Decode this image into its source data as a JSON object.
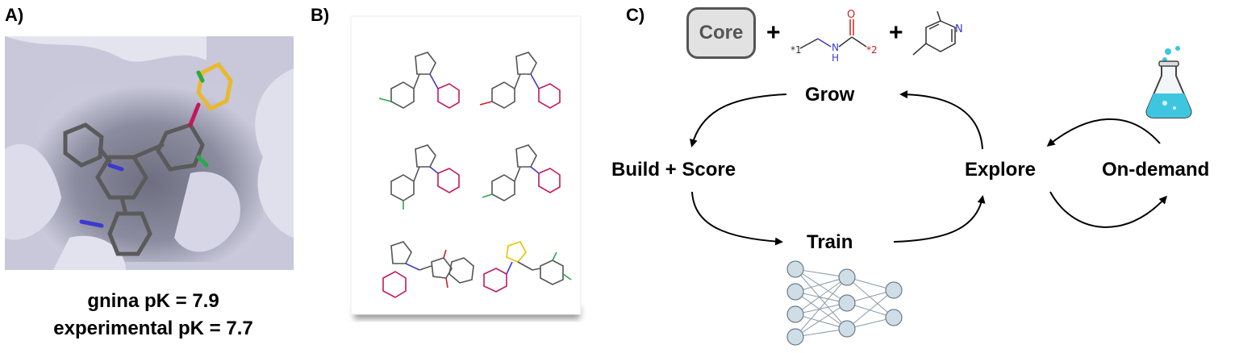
{
  "panel_a": {
    "label": "A)",
    "gnina_pk": "gnina pK = 7.9",
    "experimental_pk": "experimental pK = 7.7"
  },
  "panel_b": {
    "label": "B)"
  },
  "panel_c": {
    "label": "C)",
    "core_label": "Core",
    "plus_1": "+",
    "plus_2": "+",
    "fragment_labels": {
      "attach_1": "*1",
      "attach_2": "*2",
      "nitrogen": "N",
      "nh": "N",
      "h": "H",
      "oxygen": "O",
      "pyridine_n": "N"
    },
    "nodes": {
      "grow": "Grow",
      "build_score": "Build + Score",
      "train": "Train",
      "explore": "Explore",
      "on_demand": "On-demand"
    }
  },
  "colors": {
    "protein_surface": "#cfcfe0",
    "ligand_gray": "#555555",
    "nitrogen": "#3a3ad0",
    "oxygen": "#cc2222",
    "magenta": "#c2185b",
    "yellow": "#e8b830",
    "network_node": "#cfdde6",
    "flask_liquid": "#3ec6e0"
  }
}
